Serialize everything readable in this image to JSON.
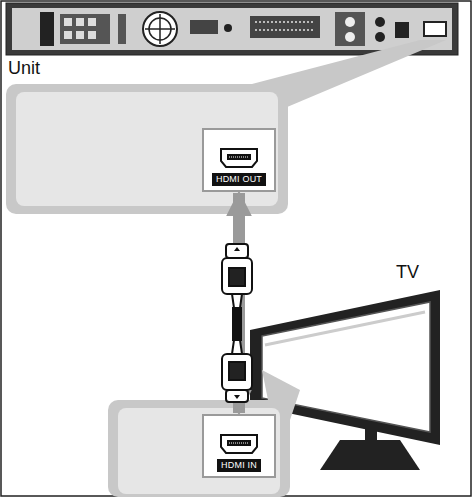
{
  "diagram": {
    "nodes": [
      {
        "text": [
          "HDMI OUT"
        ]
      },
      {
        "text": [
          "HDMI IN"
        ]
      }
    ],
    "edges": [
      {
        "from": 0,
        "to": 1,
        "arrow": "both"
      }
    ],
    "labels": [
      "Unit",
      "TV"
    ]
  }
}
